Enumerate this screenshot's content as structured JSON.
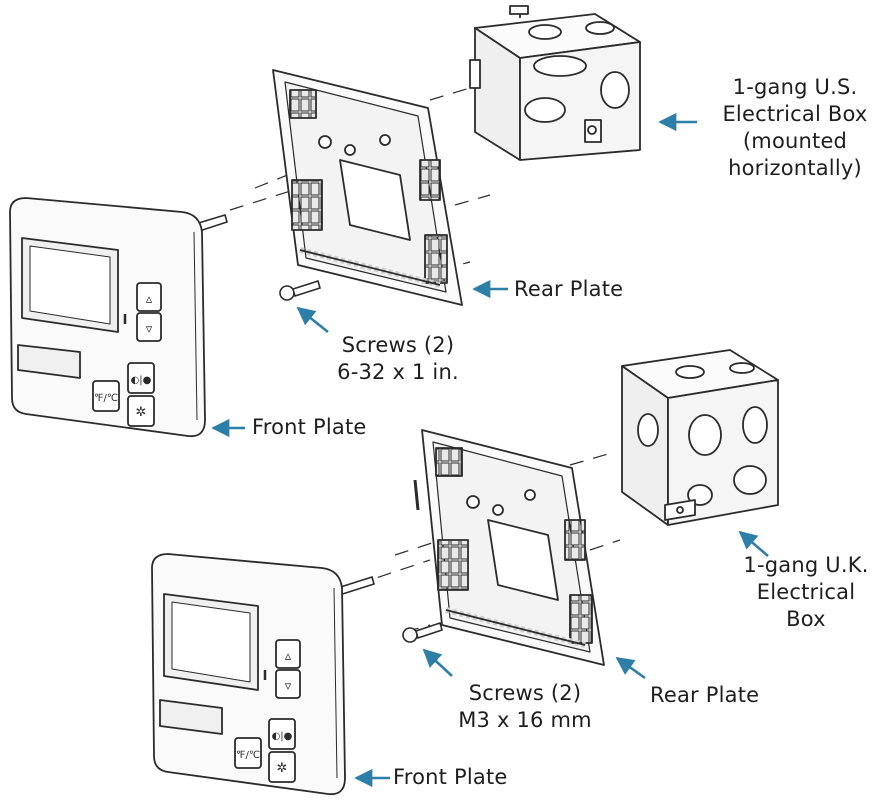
{
  "labels": {
    "us_box": {
      "lines": [
        "1-gang U.S.",
        "Electrical Box",
        "(mounted",
        "horizontally)"
      ]
    },
    "rear_plate_top": "Rear Plate",
    "screws_top": {
      "lines": [
        "Screws (2)",
        "6-32 x 1 in."
      ]
    },
    "front_plate_top": "Front Plate",
    "uk_box": {
      "lines": [
        "1-gang U.K.",
        "Electrical",
        "Box"
      ]
    },
    "screws_bottom": {
      "lines": [
        "Screws (2)",
        "M3 x 16 mm"
      ]
    },
    "rear_plate_bottom": "Rear Plate",
    "front_plate_bottom": "Front Plate"
  },
  "button_glyphs": {
    "up": "▵",
    "down": "▿",
    "mode": "℉/℃",
    "power": "◐|●",
    "fan": "✲"
  },
  "colors": {
    "line": "#2b2b2b",
    "arrow": "#2e7fa8",
    "text": "#1e1e1e",
    "fill": "#f7f7f7"
  }
}
